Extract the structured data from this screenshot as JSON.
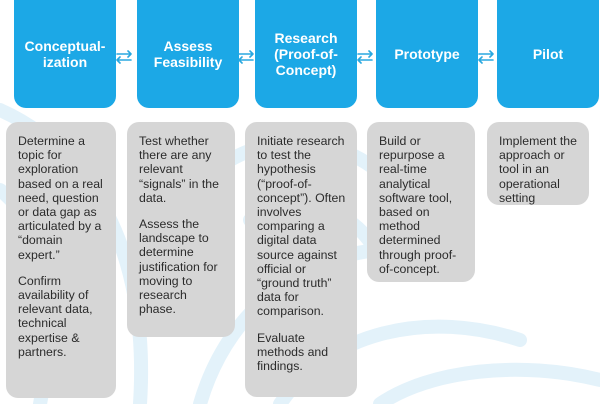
{
  "colors": {
    "stage_fill": "#1ca8e6",
    "description_fill": "#d6d6d6",
    "arrow": "#2aa8e0",
    "background_swirl": "#e3f2fa"
  },
  "icons": [
    "double-arrow-icon"
  ],
  "stages": [
    {
      "name": "Conceptual-\nization",
      "description": [
        "Determine a topic for exploration based on a real need, question or data gap as articulated by a “domain expert.”",
        "Confirm availability of relevant data, technical expertise & partners."
      ]
    },
    {
      "name": "Assess\nFeasibility",
      "description": [
        "Test whether there are any relevant “signals” in the data.",
        "Assess the landscape to determine justification for moving to research phase."
      ]
    },
    {
      "name": "Research\n(Proof-of-\nConcept)",
      "description": [
        "Initiate research to test the hypothesis (“proof-of-concept”). Often involves comparing a digital data source against official or “ground truth” data for comparison.",
        "Evaluate methods and findings."
      ]
    },
    {
      "name": "Prototype",
      "description": [
        "Build or repurpose a real-time analytical software tool, based on method determined through proof-of-concept."
      ]
    },
    {
      "name": "Pilot",
      "description": [
        "Implement the approach or tool in an operational setting"
      ]
    }
  ]
}
